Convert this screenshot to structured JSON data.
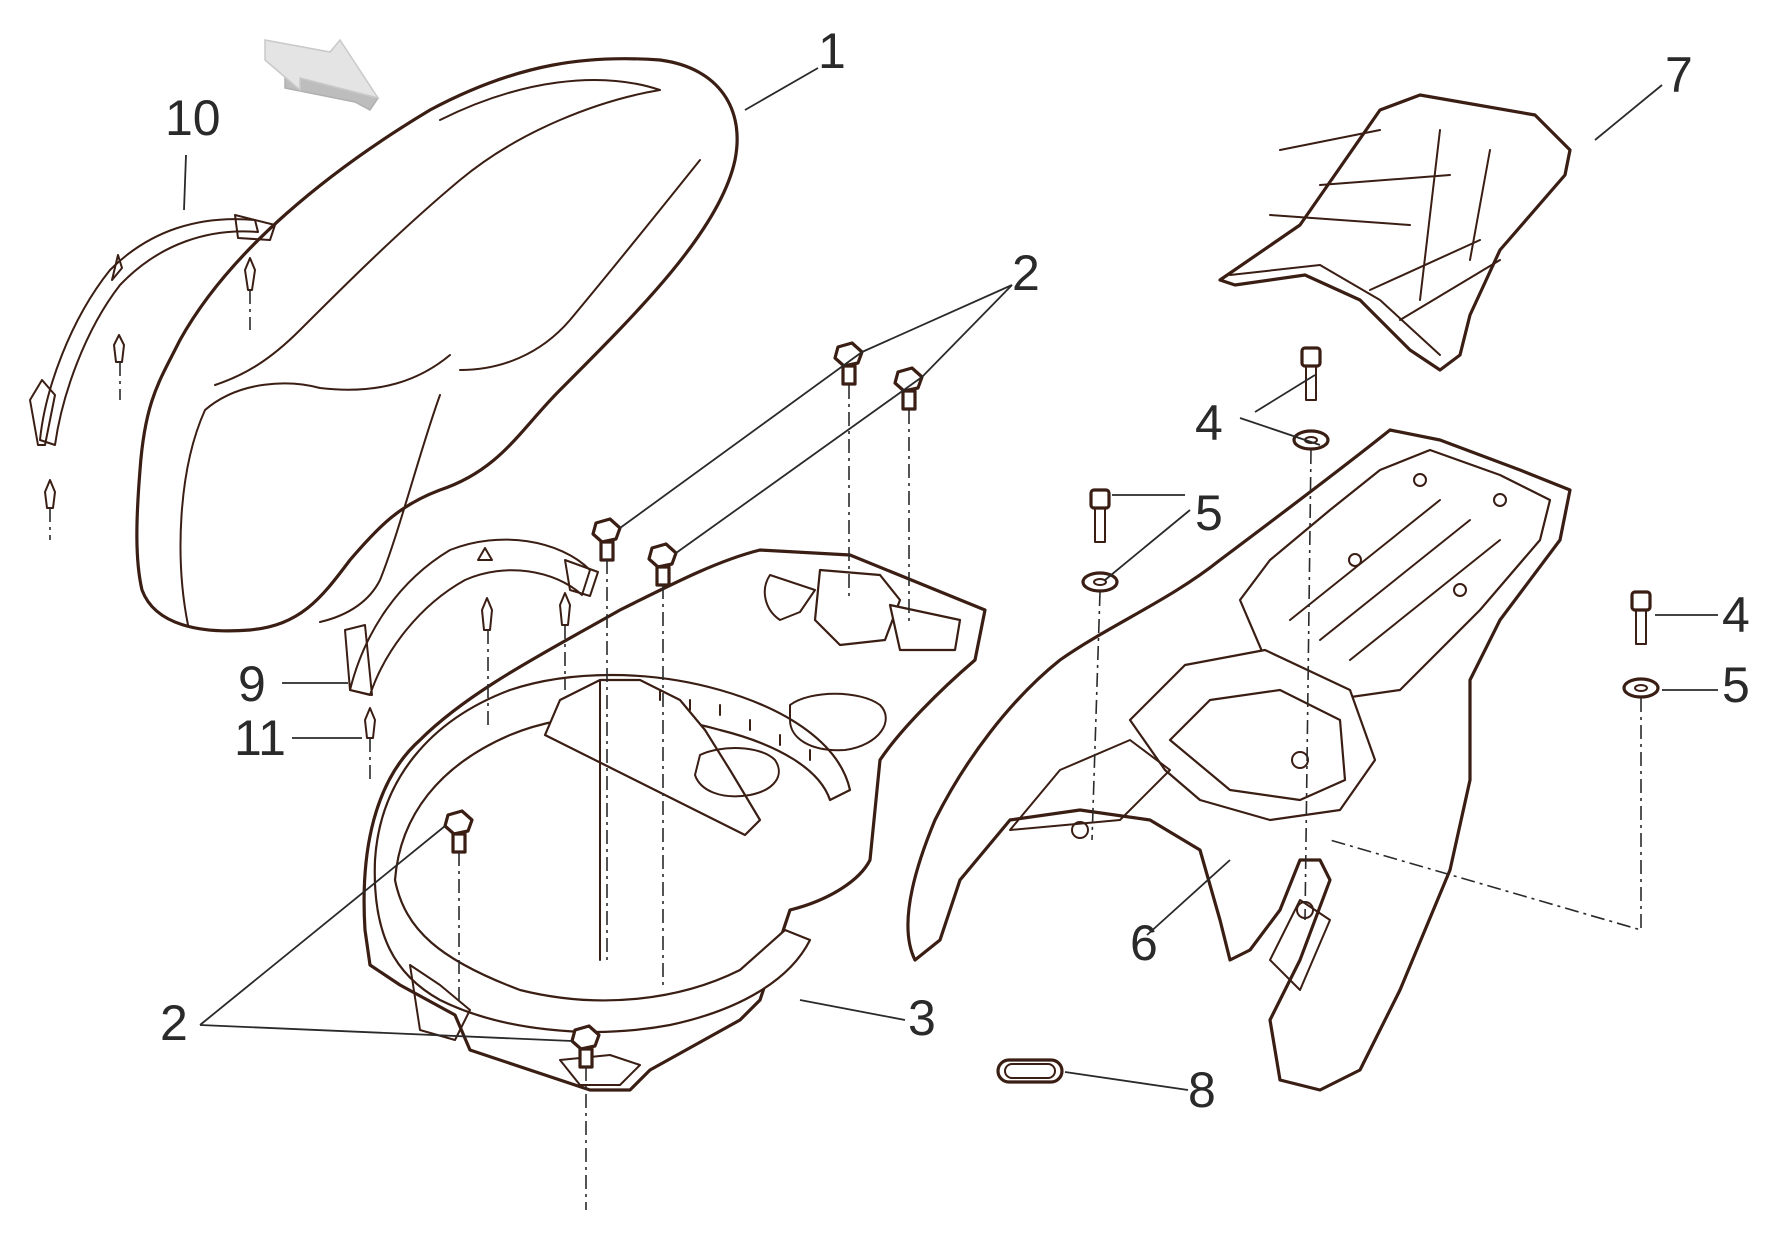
{
  "diagram": {
    "callouts": [
      {
        "id": "c1",
        "text": "1"
      },
      {
        "id": "c2a",
        "text": "2"
      },
      {
        "id": "c2b",
        "text": "2"
      },
      {
        "id": "c3",
        "text": "3"
      },
      {
        "id": "c4a",
        "text": "4"
      },
      {
        "id": "c4b",
        "text": "4"
      },
      {
        "id": "c5a",
        "text": "5"
      },
      {
        "id": "c5b",
        "text": "5"
      },
      {
        "id": "c6",
        "text": "6"
      },
      {
        "id": "c7",
        "text": "7"
      },
      {
        "id": "c8",
        "text": "8"
      },
      {
        "id": "c9",
        "text": "9"
      },
      {
        "id": "c10",
        "text": "10"
      },
      {
        "id": "c11",
        "text": "11"
      }
    ],
    "colors": {
      "outline": "#3a1e14",
      "leader": "#2a2a2a",
      "arrow": "#cccccc"
    }
  }
}
